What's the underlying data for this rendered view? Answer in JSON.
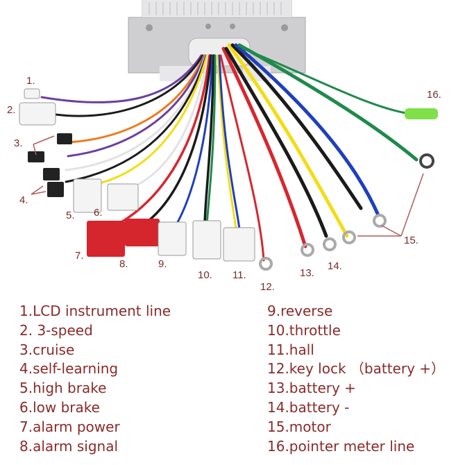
{
  "callouts": {
    "c1": "1.",
    "c2": "2.",
    "c3": "3.",
    "c4": "4.",
    "c5": "5.",
    "c6": "6.",
    "c7": "7.",
    "c8": "8.",
    "c9": "9.",
    "c10": "10.",
    "c11": "11.",
    "c12": "12.",
    "c13": "13.",
    "c14": "14.",
    "c15": "15.",
    "c16": "16."
  },
  "legend": {
    "left": [
      "1.LCD instrument line",
      "2. 3-speed",
      "3.cruise",
      "4.self-learning",
      "5.high brake",
      "6.low brake",
      "7.alarm power",
      "8.alarm signal"
    ],
    "right": [
      "9.reverse",
      "10.throttle",
      "11.hall",
      "12.key lock （battery +）",
      "13.battery +",
      "14.battery -",
      "15.motor",
      "16.pointer meter line"
    ]
  },
  "colors": {
    "label_text": "#8a2a2a",
    "wire_red": "#d8262f",
    "wire_black": "#1b1b1b",
    "wire_yellow": "#f3dd12",
    "wire_blue": "#1e3fbf",
    "wire_green": "#1f8a4a",
    "wire_purple": "#6b3fa0",
    "wire_white": "#f2f2f2",
    "wire_orange": "#f07a1c",
    "connector_red": "#d4262c",
    "connector_white": "#f4f4f4",
    "connector_black": "#222222",
    "heatshrink_green": "#7fe04a",
    "controller_body": "#d9d9db"
  }
}
